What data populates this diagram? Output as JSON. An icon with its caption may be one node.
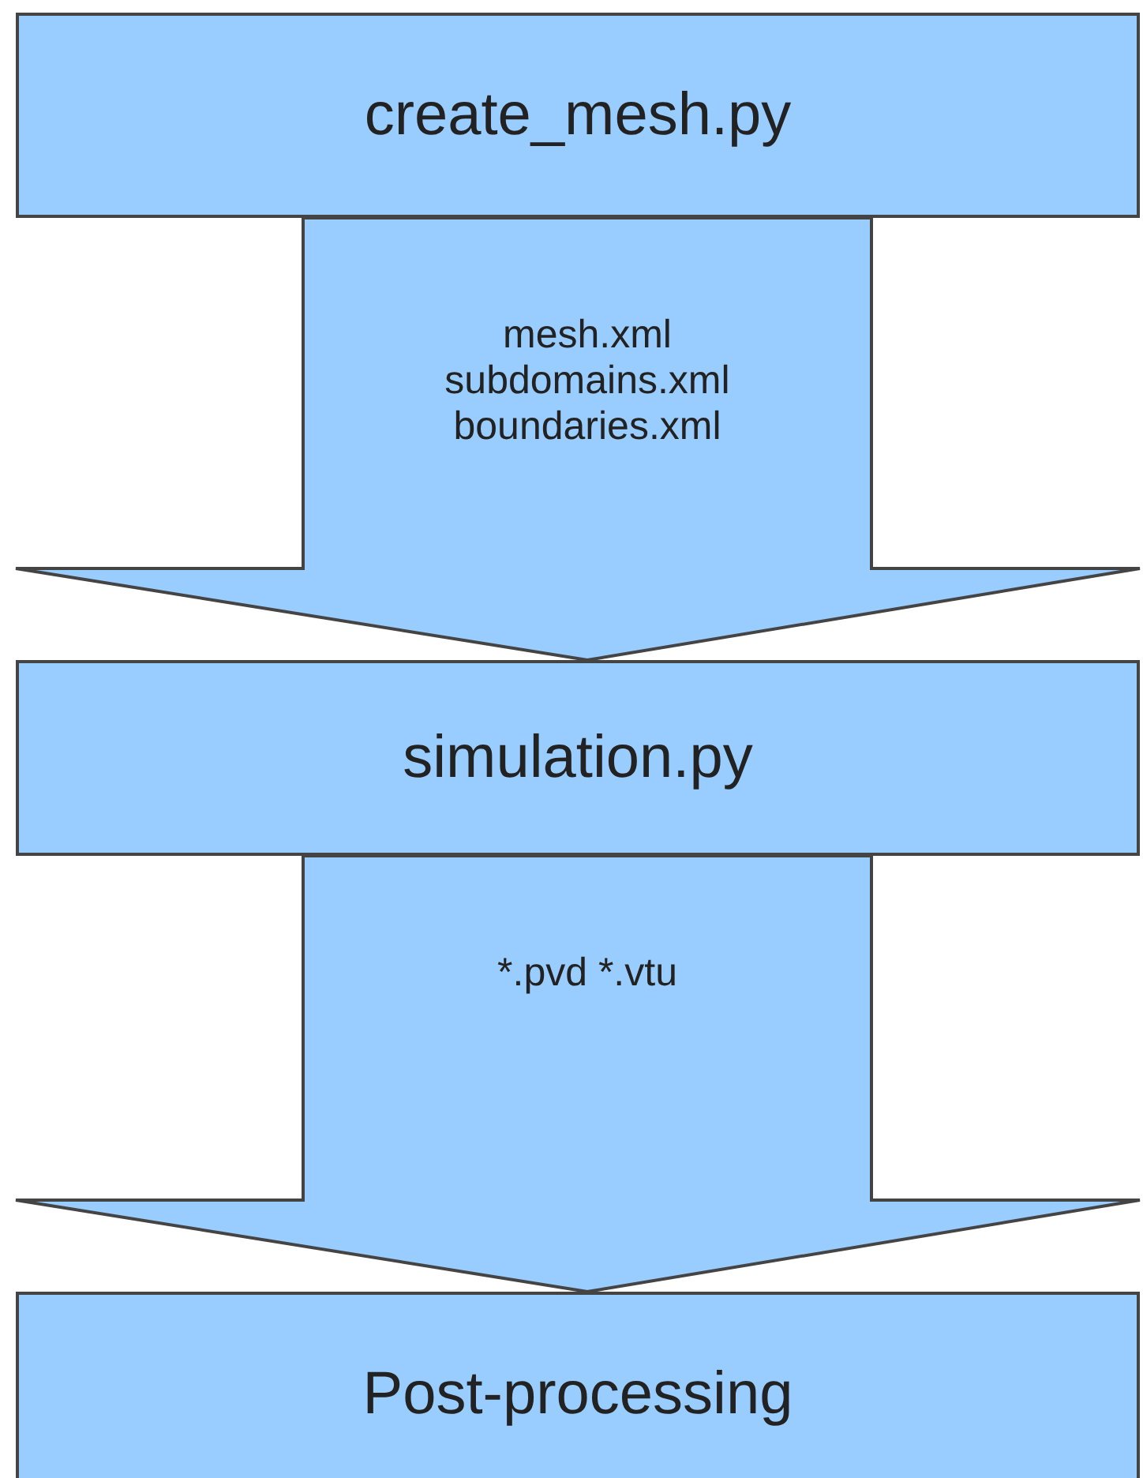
{
  "diagram": {
    "nodes": [
      {
        "text": [
          "create_mesh.py"
        ]
      },
      {
        "text": [
          "simulation.py"
        ]
      },
      {
        "text": [
          "Post-processing"
        ]
      }
    ],
    "edges": [
      {
        "from": 0,
        "to": 1,
        "arrow": "to",
        "label": "mesh.xml subdomains.xml boundaries.xml"
      },
      {
        "from": 1,
        "to": 2,
        "arrow": "to",
        "label": "*.pvd *.vtu"
      }
    ]
  }
}
